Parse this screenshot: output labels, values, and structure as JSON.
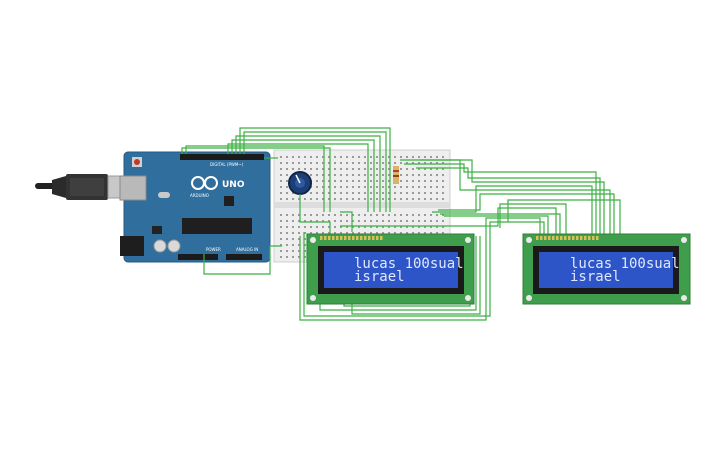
{
  "arduino": {
    "model": "UNO",
    "brand": "ARDUINO",
    "header_digital": "DIGITAL (PWM~)",
    "header_power": "POWER",
    "header_analog": "ANALOG IN"
  },
  "lcd_left": {
    "line1": "lucas 100sual",
    "line2": "israel"
  },
  "lcd_right": {
    "line1": "lucas 100sual",
    "line2": "israel"
  },
  "colors": {
    "board": "#2f6e9d",
    "wire": "#3cb043",
    "lcd_pcb": "#3f9e4c",
    "lcd_screen": "#2e55c8",
    "breadboard": "#eeeeee"
  }
}
